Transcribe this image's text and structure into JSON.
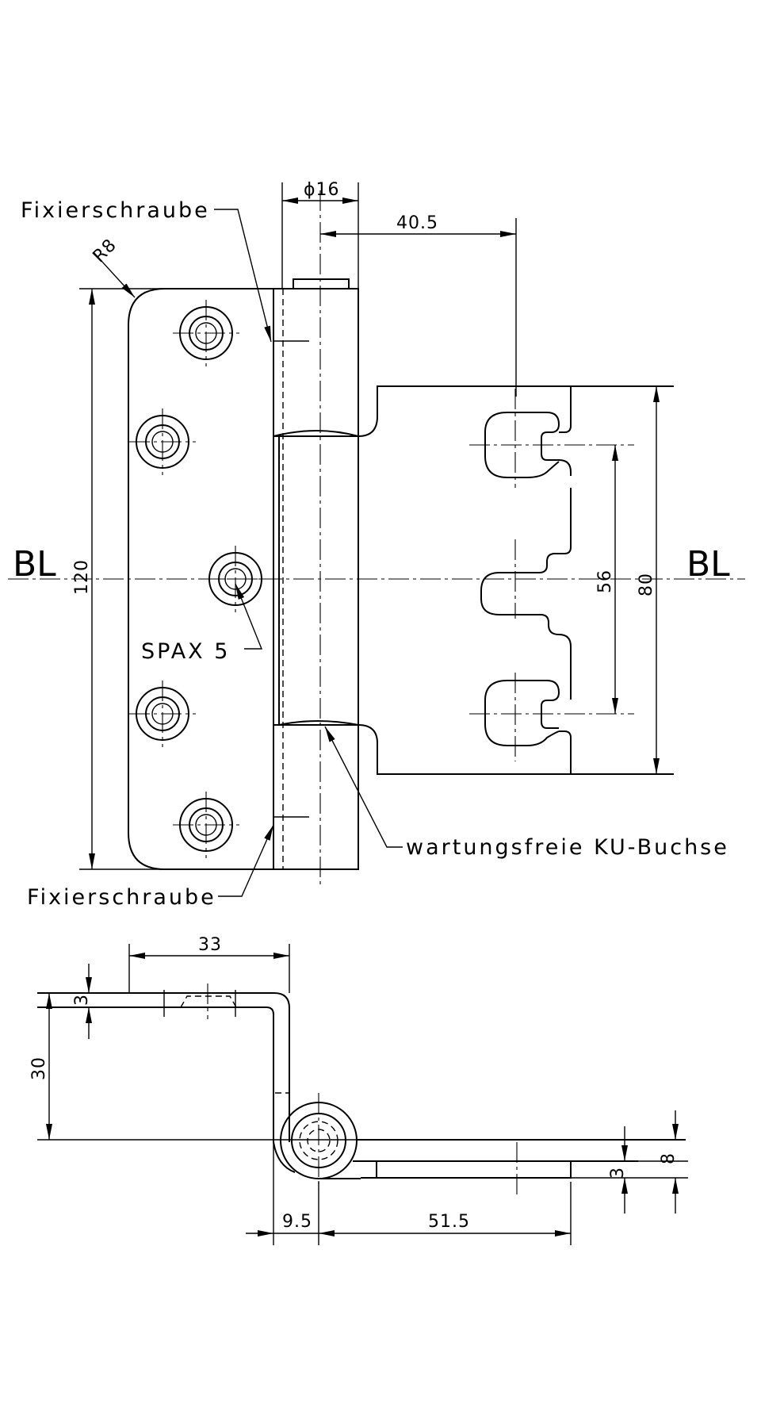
{
  "labels": {
    "fixierschraube_top": "Fixierschraube",
    "fixierschraube_bottom": "Fixierschraube",
    "spax": "SPAX 5",
    "bushing": "wartungsfreie KU-Buchse",
    "bl_left": "BL",
    "bl_right": "BL"
  },
  "dimensions": {
    "diameter": "ϕ16",
    "offset_40_5": "40.5",
    "radius": "R8",
    "height_120": "120",
    "height_80": "80",
    "height_56": "56",
    "width_33": "33",
    "thickness_3_left": "3",
    "height_30": "30",
    "width_9_5": "9.5",
    "width_51_5": "51.5",
    "thickness_3_right": "3",
    "height_8": "8"
  }
}
